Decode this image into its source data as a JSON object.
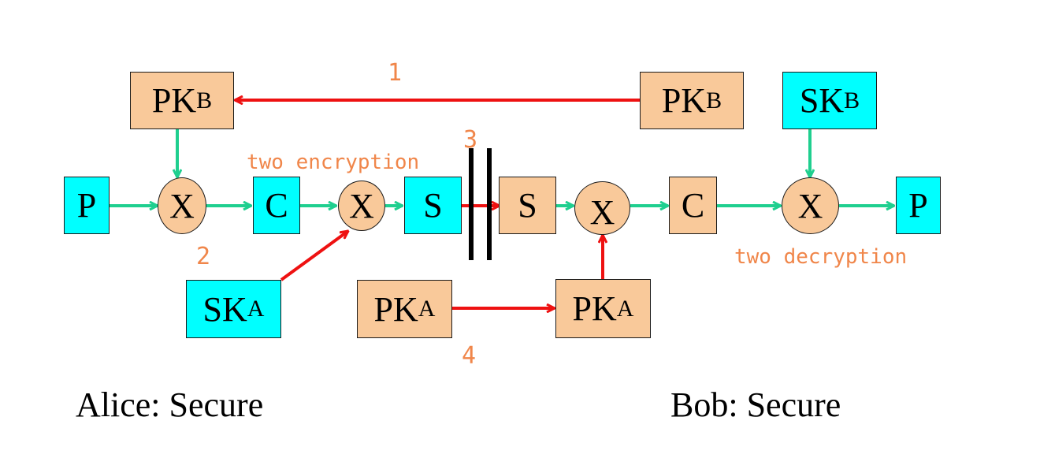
{
  "nodes": {
    "pkb_left": {
      "main": "PK",
      "sub": "B"
    },
    "pkb_right": {
      "main": "PK",
      "sub": "B"
    },
    "skb": {
      "main": "SK",
      "sub": "B"
    },
    "p_left": {
      "main": "P"
    },
    "c_left": {
      "main": "C"
    },
    "s_left": {
      "main": "S"
    },
    "s_right": {
      "main": "S"
    },
    "c_right": {
      "main": "C"
    },
    "p_right": {
      "main": "P"
    },
    "ska": {
      "main": "SK",
      "sub": "A"
    },
    "pka_left": {
      "main": "PK",
      "sub": "A"
    },
    "pka_right": {
      "main": "PK",
      "sub": "A"
    }
  },
  "operators": {
    "op1": "X",
    "op2": "X",
    "op3": "X",
    "op4": "X"
  },
  "labels": {
    "step1": "1",
    "step2": "2",
    "step3": "3",
    "step4": "4",
    "two_encryption": "two encryption",
    "two_decryption": "two decryption"
  },
  "captions": {
    "alice": "Alice: Secure",
    "bob": "Bob: Secure"
  },
  "colors": {
    "key_box": "#f9c99a",
    "data_box": "#00ffff",
    "data_flow_arrow": "#1fcf8f",
    "key_exchange_arrow": "#ee1111",
    "annotation": "#f0864a"
  }
}
